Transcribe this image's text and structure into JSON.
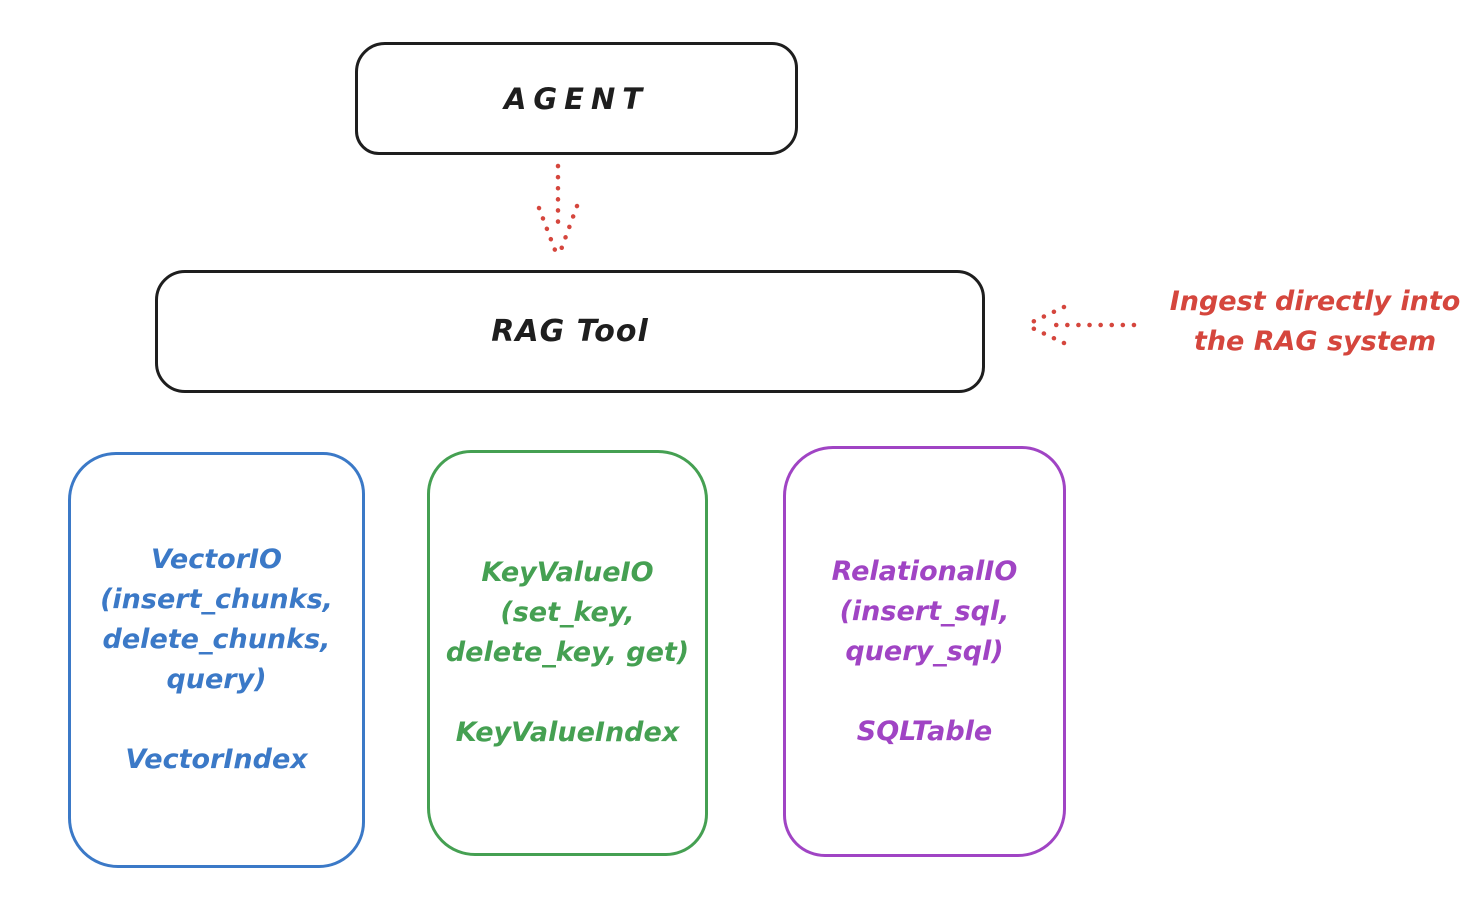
{
  "diagram": {
    "agent": {
      "label": "AGENT"
    },
    "rag_tool": {
      "label": "RAG Tool"
    },
    "annotation": {
      "line1": "Ingest directly into",
      "line2": "the RAG system"
    },
    "backends": [
      {
        "id": "vector-io",
        "color": "#3b79c7",
        "lines": [
          "VectorIO",
          "(insert_chunks,",
          "delete_chunks,",
          "query)"
        ],
        "index_label": "VectorIndex"
      },
      {
        "id": "keyvalue-io",
        "color": "#45a052",
        "lines": [
          "KeyValueIO",
          "(set_key,",
          "delete_key, get)"
        ],
        "index_label": "KeyValueIndex"
      },
      {
        "id": "relational-io",
        "color": "#a044c4",
        "lines": [
          "RelationalIO",
          "(insert_sql,",
          "query_sql)"
        ],
        "index_label": "SQLTable"
      }
    ],
    "colors": {
      "ink": "#1e1e1e",
      "accent_red": "#d5463d",
      "blue": "#3b79c7",
      "green": "#45a052",
      "purple": "#a044c4",
      "background": "#ffffff"
    }
  }
}
